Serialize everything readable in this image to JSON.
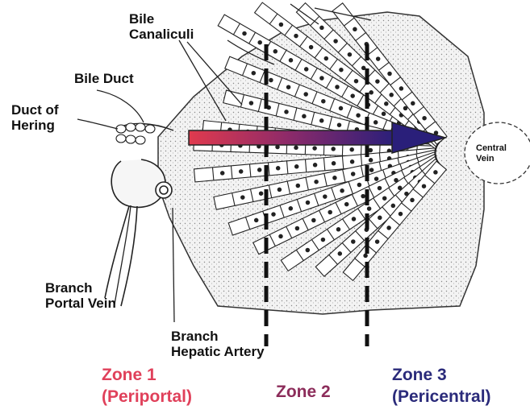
{
  "labels": {
    "bile_canaliculi": [
      "Bile",
      "Canaliculi"
    ],
    "bile_duct": "Bile Duct",
    "duct_of_hering": [
      "Duct of",
      "Hering"
    ],
    "central_vein": [
      "Central",
      "Vein"
    ],
    "branch_portal_vein": [
      "Branch",
      "Portal Vein"
    ],
    "branch_hepatic_artery": [
      "Branch",
      "Hepatic Artery"
    ]
  },
  "zones": [
    {
      "title": "Zone 1",
      "subtitle": "(Periportal)",
      "color": "#e0405a"
    },
    {
      "title": "Zone 2",
      "subtitle": "",
      "color": "#8c2c5a"
    },
    {
      "title": "Zone 3",
      "subtitle": "(Pericentral)",
      "color": "#2a2a7a"
    }
  ],
  "colors": {
    "arrow_start": "#e03a4e",
    "arrow_mid": "#8a2a6a",
    "arrow_end": "#2a1f7a",
    "line_art": "#222222",
    "divider": "#111111"
  }
}
